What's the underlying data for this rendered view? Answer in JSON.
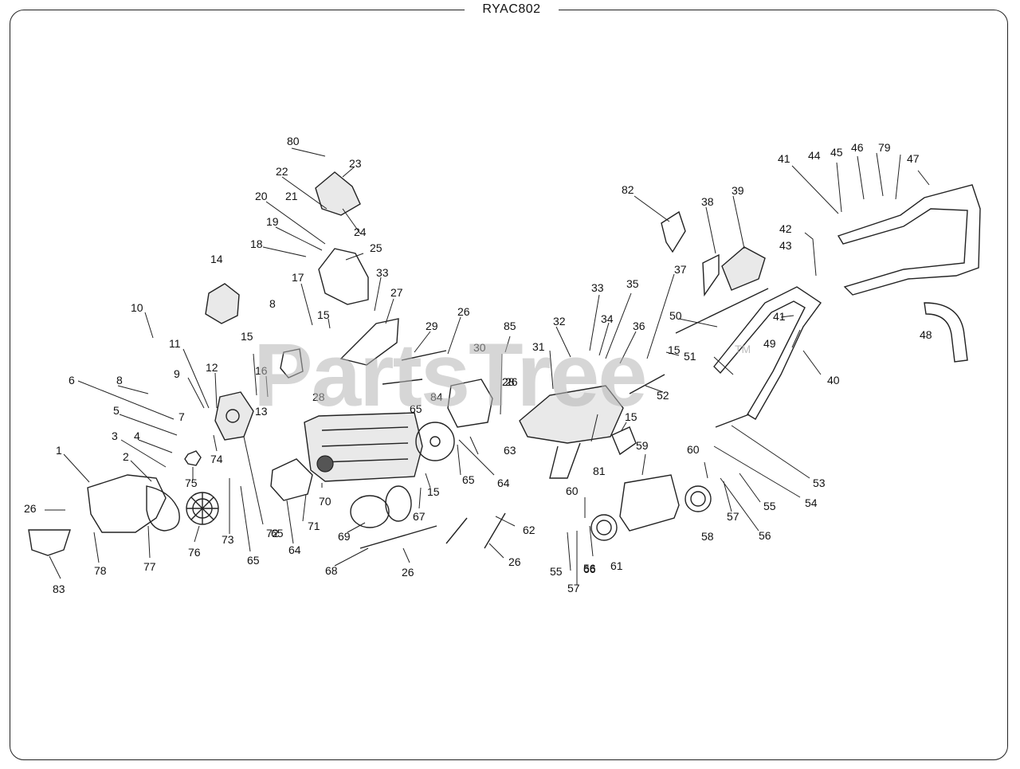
{
  "sheet": {
    "model_code": "RYAC802"
  },
  "watermark": {
    "text": "PartsTree",
    "tm": "TM"
  },
  "colors": {
    "line": "#222222",
    "watermark": "#b4b4b4",
    "background": "#ffffff"
  },
  "callouts": [
    "1",
    "2",
    "3",
    "4",
    "5",
    "6",
    "7",
    "8",
    "8",
    "9",
    "10",
    "11",
    "12",
    "13",
    "14",
    "15",
    "15",
    "15",
    "15",
    "15",
    "16",
    "17",
    "18",
    "19",
    "20",
    "21",
    "22",
    "23",
    "24",
    "25",
    "26",
    "26",
    "26",
    "26",
    "26",
    "27",
    "28",
    "28",
    "29",
    "30",
    "31",
    "32",
    "33",
    "33",
    "34",
    "35",
    "36",
    "37",
    "38",
    "39",
    "40",
    "41",
    "41",
    "42",
    "43",
    "44",
    "45",
    "46",
    "47",
    "48",
    "49",
    "50",
    "51",
    "52",
    "53",
    "54",
    "55",
    "55",
    "56",
    "56",
    "57",
    "57",
    "58",
    "59",
    "60",
    "60",
    "61",
    "62",
    "63",
    "64",
    "64",
    "65",
    "65",
    "65",
    "65",
    "66",
    "67",
    "68",
    "69",
    "70",
    "71",
    "72",
    "73",
    "74",
    "75",
    "76",
    "77",
    "78",
    "79",
    "80",
    "81",
    "82",
    "83",
    "84",
    "85"
  ]
}
